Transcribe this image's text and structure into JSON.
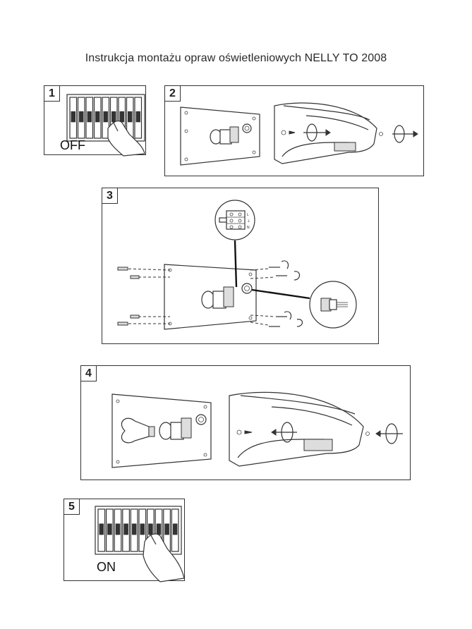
{
  "title": "Instrukcja montażu opraw oświetleniowych NELLY TO 2008",
  "steps": [
    {
      "number": "1",
      "label": "OFF"
    },
    {
      "number": "2"
    },
    {
      "number": "3"
    },
    {
      "number": "4"
    },
    {
      "number": "5",
      "label": "ON"
    }
  ],
  "terminal_labels": {
    "live": "L",
    "neutral": "N",
    "earth": "⏚"
  }
}
